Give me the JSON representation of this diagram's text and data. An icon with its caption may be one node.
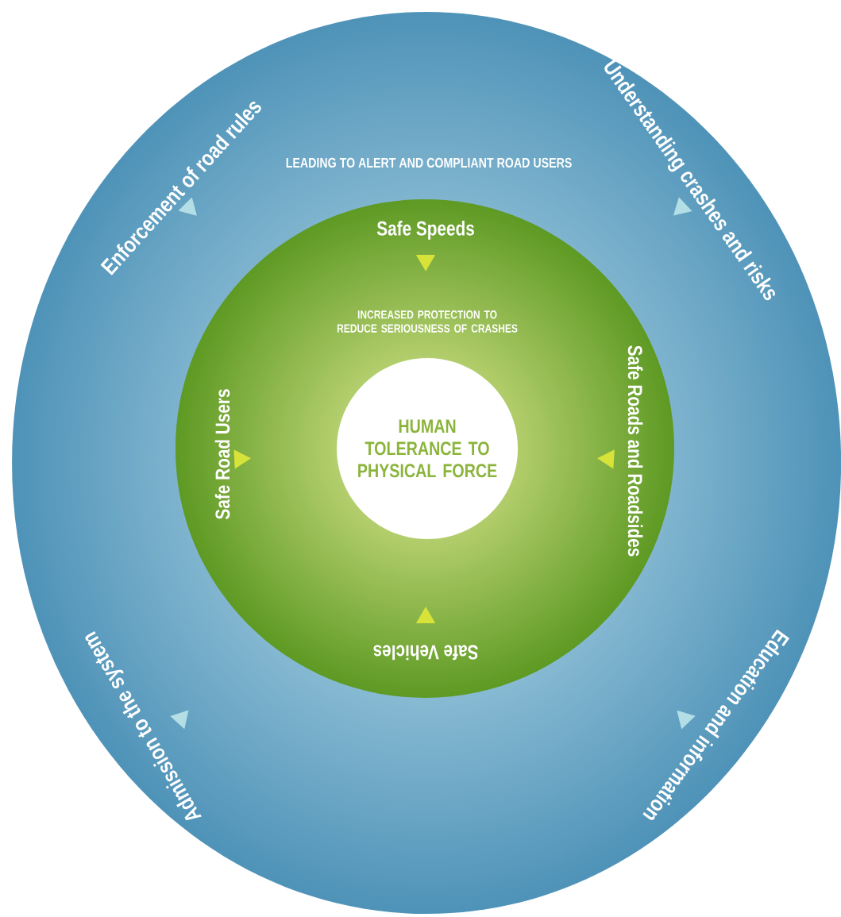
{
  "diagram": {
    "nodes": [
      {
        "text": [
          "Enforcement of road rules",
          "Understanding crashes and risks",
          "Education and information",
          "Admission to the system",
          "LEADING TO ALERT AND COMPLIANT ROAD USERS"
        ]
      },
      {
        "text": [
          "Safe Speeds",
          "Safe Roads and Roadsides",
          "Safe Vehicles",
          "Safe Road Users",
          "INCREASED PROTECTION TO REDUCE SERIOUSNESS OF CRASHES"
        ],
        "in": 0
      },
      {
        "text": [
          "HUMAN TOLERANCE TO PHYSICAL FORCE"
        ],
        "in": 1
      }
    ]
  }
}
